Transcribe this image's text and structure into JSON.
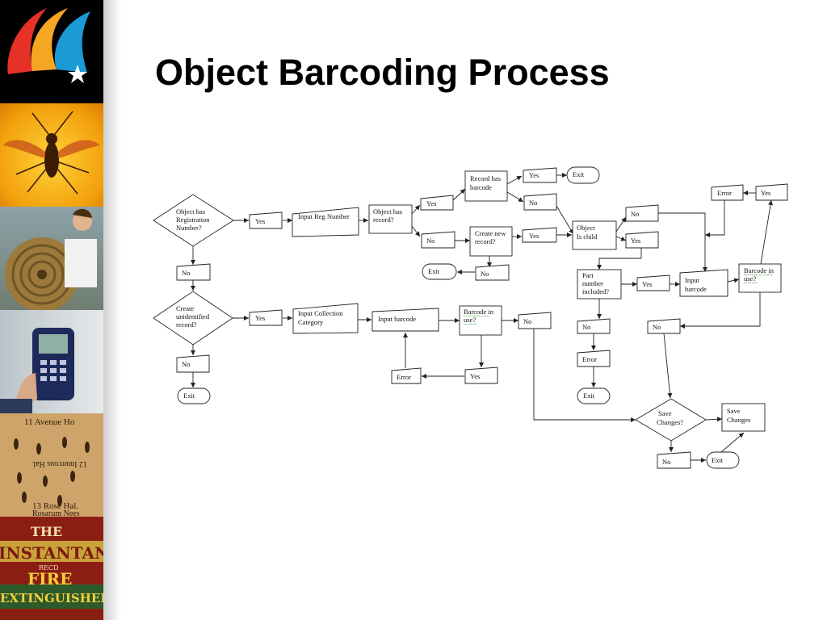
{
  "title": "Object Barcoding Process",
  "sidebar": {
    "emblem_tile": {
      "colors": [
        "#e63128",
        "#f5a623",
        "#1b9ad6"
      ]
    },
    "photos": [
      {
        "icon": "insect-in-amber-photo"
      },
      {
        "icon": "woven-basket-photo"
      },
      {
        "icon": "handheld-barcode-scanner-photo"
      },
      {
        "icon": "pinned-insect-specimens-photo"
      },
      {
        "icon": "fire-extinguisher-label-photo"
      }
    ],
    "specimen_labels": [
      "11 Avenue Ho",
      "12 Intercous Hal.",
      "13 Rose Hal.",
      "Rosarum Nees"
    ],
    "extinguisher_words": [
      "THE",
      "INSTANTAN",
      "FIRE",
      "EXTINGUISHER",
      "RECD"
    ]
  },
  "flowchart": {
    "n_obj_has_reg": [
      "Object has",
      "Registration",
      "Number?"
    ],
    "n_yes_1": "Yes",
    "n_input_reg": "Input Reg Number",
    "n_obj_has_rec": [
      "Object has",
      "record?"
    ],
    "n_yes_2": "Yes",
    "n_rec_has_bc": [
      "Record has",
      "barcode"
    ],
    "n_yes_3": "Yes",
    "n_exit_1": "Exit",
    "n_no_1": "No",
    "n_no_2": "No",
    "n_create_new": [
      "Create new",
      "record?"
    ],
    "n_yes_4": "Yes",
    "n_no_3": "No",
    "n_exit_2": "Exit",
    "n_obj_child": [
      "Object",
      "Is child"
    ],
    "n_no_4": "No",
    "n_yes_5": "Yes",
    "n_error_1": "Error",
    "n_yes_6": "Yes",
    "n_part_num": [
      "Part",
      "number",
      "included?"
    ],
    "n_yes_7": "Yes",
    "n_input_bc_2": [
      "Input",
      "barcode"
    ],
    "n_bc_in_use_2": [
      "Barcode in",
      "use?"
    ],
    "n_no_5": "No",
    "n_error_2": "Error",
    "n_exit_3": "Exit",
    "n_no_6": "No",
    "n_no_7": "No",
    "n_create_unid": [
      "Create",
      "unidentified",
      "record?"
    ],
    "n_yes_8": "Yes",
    "n_input_coll": [
      "Input Collection",
      "Category"
    ],
    "n_input_bc_1": "Input barcode",
    "n_bc_in_use_1": [
      "Barcode in",
      "use?"
    ],
    "n_no_8": "No",
    "n_yes_9": "Yes",
    "n_error_3": "Error",
    "n_no_9": "No",
    "n_exit_4": "Exit",
    "n_save_changes_q": [
      "Save",
      "Changes?"
    ],
    "n_save_changes": [
      "Save",
      "Changes"
    ],
    "n_no_10": "No",
    "n_exit_5": "Exit"
  }
}
